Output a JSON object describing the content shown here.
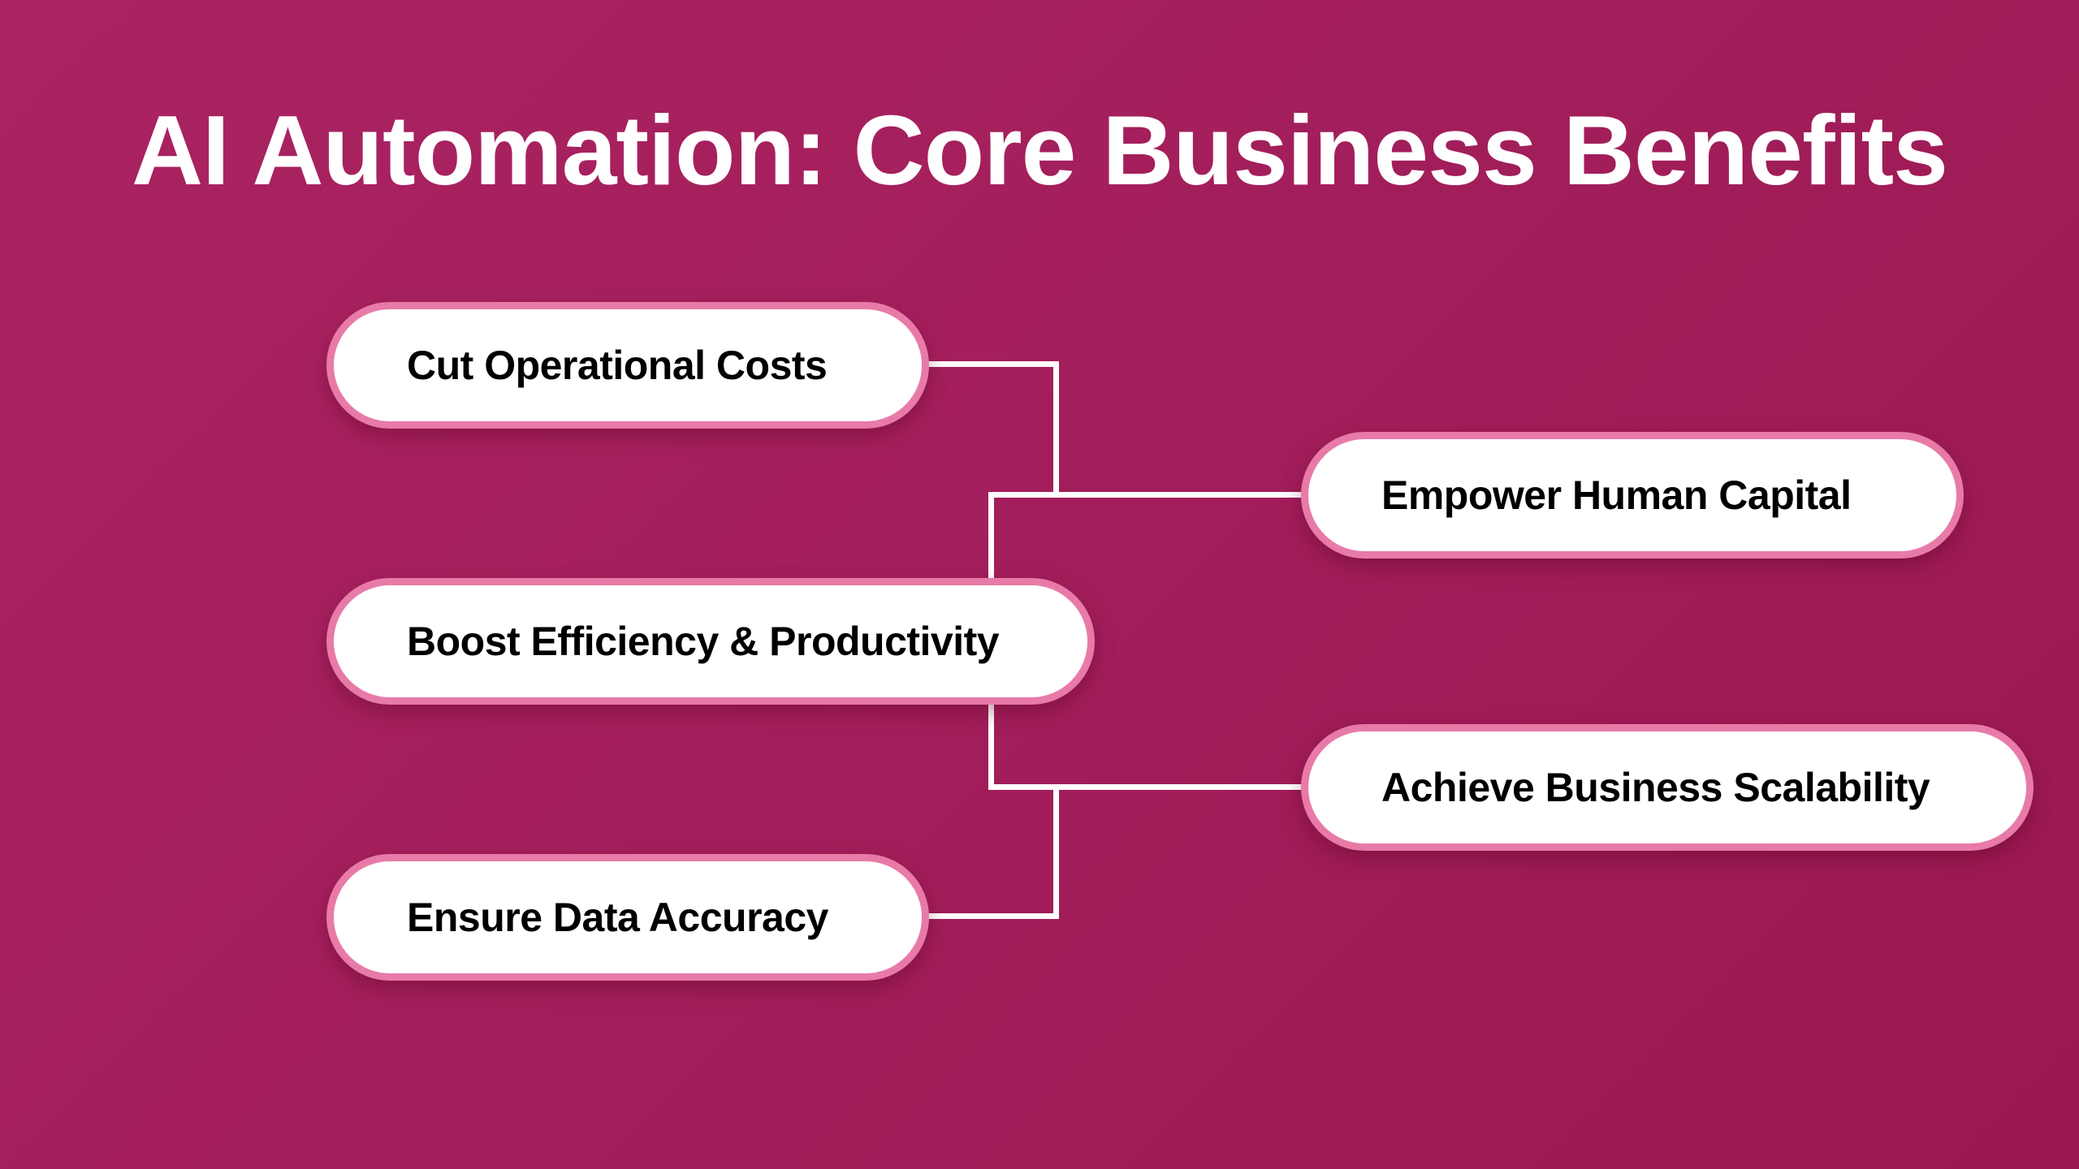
{
  "title": "AI Automation: Core Business Benefits",
  "benefits": {
    "left": [
      {
        "label": "Cut Operational Costs"
      },
      {
        "label": "Boost Efficiency & Productivity"
      },
      {
        "label": "Ensure Data Accuracy"
      }
    ],
    "right": [
      {
        "label": "Empower Human Capital"
      },
      {
        "label": "Achieve Business Scalability"
      }
    ]
  },
  "colors": {
    "background": "#a31f5c",
    "pill_border": "#e87aa8",
    "pill_fill": "#ffffff",
    "connector": "#ffffff"
  }
}
